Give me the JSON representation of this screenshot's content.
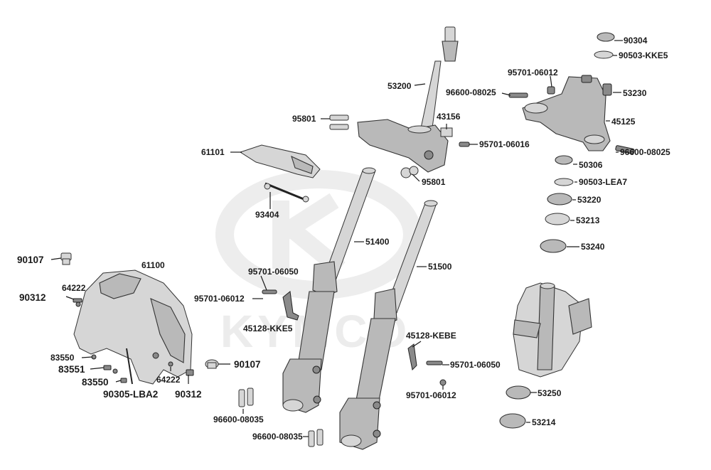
{
  "watermark": {
    "brand": "KYMCO"
  },
  "parts": [
    {
      "id": "p90304",
      "text": "90304"
    },
    {
      "id": "p90503kke5",
      "text": "90503-KKE5"
    },
    {
      "id": "p95701a",
      "text": "95701-06012"
    },
    {
      "id": "p96600a",
      "text": "96600-08025"
    },
    {
      "id": "p53230",
      "text": "53230"
    },
    {
      "id": "p53200",
      "text": "53200"
    },
    {
      "id": "p45125",
      "text": "45125"
    },
    {
      "id": "p43156",
      "text": "43156"
    },
    {
      "id": "p95801a",
      "text": "95801"
    },
    {
      "id": "p95701b",
      "text": "95701-06016"
    },
    {
      "id": "p96600b",
      "text": "96600-08025"
    },
    {
      "id": "p61101",
      "text": "61101"
    },
    {
      "id": "p50306",
      "text": "50306"
    },
    {
      "id": "p95801b",
      "text": "95801"
    },
    {
      "id": "p90503lea7",
      "text": "90503-LEA7"
    },
    {
      "id": "p53220",
      "text": "53220"
    },
    {
      "id": "p93404",
      "text": "93404"
    },
    {
      "id": "p53213",
      "text": "53213"
    },
    {
      "id": "p51400",
      "text": "51400"
    },
    {
      "id": "p53240",
      "text": "53240"
    },
    {
      "id": "p90107a",
      "text": "90107"
    },
    {
      "id": "p61100",
      "text": "61100"
    },
    {
      "id": "p51500",
      "text": "51500"
    },
    {
      "id": "p95701c",
      "text": "95701-06050"
    },
    {
      "id": "p64222a",
      "text": "64222"
    },
    {
      "id": "p90312a",
      "text": "90312"
    },
    {
      "id": "p95701d",
      "text": "95701-06012"
    },
    {
      "id": "p45128kke5",
      "text": "45128-KKE5"
    },
    {
      "id": "p45128kebe",
      "text": "45128-KEBE"
    },
    {
      "id": "p83550a",
      "text": "83550"
    },
    {
      "id": "p83551",
      "text": "83551"
    },
    {
      "id": "p90107b",
      "text": "90107"
    },
    {
      "id": "p95701e",
      "text": "95701-06050"
    },
    {
      "id": "p64222b",
      "text": "64222"
    },
    {
      "id": "p83550b",
      "text": "83550"
    },
    {
      "id": "p90305",
      "text": "90305-LBA2"
    },
    {
      "id": "p90312b",
      "text": "90312"
    },
    {
      "id": "p95701f",
      "text": "95701-06012"
    },
    {
      "id": "p53250",
      "text": "53250"
    },
    {
      "id": "p96600c",
      "text": "96600-08035"
    },
    {
      "id": "p53214",
      "text": "53214"
    },
    {
      "id": "p96600d",
      "text": "96600-08035"
    }
  ]
}
